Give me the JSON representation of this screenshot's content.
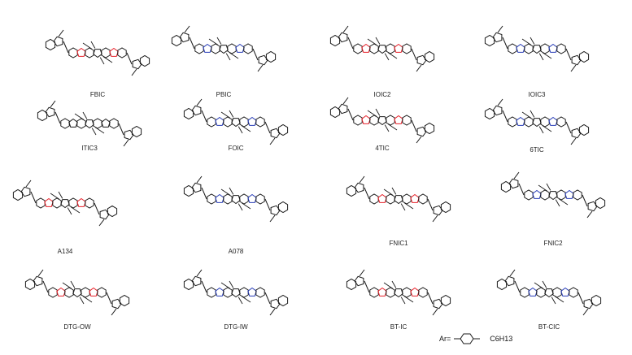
{
  "molecules": [
    {
      "name": "FBIC",
      "accent": "red"
    },
    {
      "name": "PBIC",
      "accent": "blue"
    },
    {
      "name": "IOIC2",
      "accent": "red"
    },
    {
      "name": "IOIC3",
      "accent": "blue"
    },
    {
      "name": "ITIC3",
      "accent": "none"
    },
    {
      "name": "FOIC",
      "accent": "blue"
    },
    {
      "name": "4TIC",
      "accent": "red"
    },
    {
      "name": "6TIC",
      "accent": "blue"
    },
    {
      "name": "A134",
      "accent": "red"
    },
    {
      "name": "A078",
      "accent": "blue"
    },
    {
      "name": "FNIC1",
      "accent": "red"
    },
    {
      "name": "FNIC2",
      "accent": "blue"
    },
    {
      "name": "DTG-OW",
      "accent": "red"
    },
    {
      "name": "DTG-IW",
      "accent": "blue"
    },
    {
      "name": "BT-IC",
      "accent": "red"
    },
    {
      "name": "BT-CIC",
      "accent": "blue"
    }
  ],
  "ar_definition": {
    "label": "Ar=",
    "substituent": "C6H13"
  },
  "colors": {
    "ink": "#1a1a1a",
    "red": "#e8212a",
    "blue": "#2a3fb8"
  }
}
